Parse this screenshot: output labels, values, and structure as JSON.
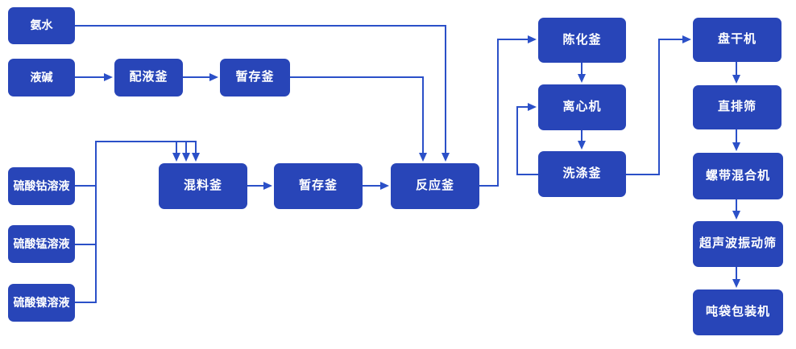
{
  "diagram": {
    "type": "process-flowchart",
    "language": "zh-CN",
    "colors": {
      "node_fill": "#2845b8",
      "connector": "#2b50c8",
      "text": "#ffffff",
      "background": "#ffffff"
    },
    "nodes": [
      {
        "id": "ammonia",
        "label": "氨水"
      },
      {
        "id": "liquid-caustic",
        "label": "液碱"
      },
      {
        "id": "dispensing-kettle",
        "label": "配液釜"
      },
      {
        "id": "buffer-kettle-1",
        "label": "暂存釜"
      },
      {
        "id": "cobalt-sulfate",
        "label": "硫酸钴溶液"
      },
      {
        "id": "manganese-sulfate",
        "label": "硫酸锰溶液"
      },
      {
        "id": "nickel-sulfate",
        "label": "硫酸镍溶液"
      },
      {
        "id": "mixing-kettle",
        "label": "混料釜"
      },
      {
        "id": "buffer-kettle-2",
        "label": "暂存釜"
      },
      {
        "id": "reaction-kettle",
        "label": "反应釜"
      },
      {
        "id": "aging-kettle",
        "label": "陈化釜"
      },
      {
        "id": "centrifuge",
        "label": "离心机"
      },
      {
        "id": "washing-kettle",
        "label": "洗涤釜"
      },
      {
        "id": "disc-dryer",
        "label": "盘干机"
      },
      {
        "id": "straight-sieve",
        "label": "直排筛"
      },
      {
        "id": "ribbon-mixer",
        "label": "螺带混合机"
      },
      {
        "id": "ultrasonic-sieve",
        "label": "超声波振动筛"
      },
      {
        "id": "ton-bag-packer",
        "label": "吨袋包装机"
      }
    ],
    "edges": [
      {
        "id": "e1",
        "from": "ammonia",
        "to": "reaction-kettle"
      },
      {
        "id": "e2",
        "from": "liquid-caustic",
        "to": "dispensing-kettle"
      },
      {
        "id": "e3",
        "from": "dispensing-kettle",
        "to": "buffer-kettle-1"
      },
      {
        "id": "e4",
        "from": "buffer-kettle-1",
        "to": "reaction-kettle"
      },
      {
        "id": "e5",
        "from": "cobalt-sulfate",
        "to": "mixing-kettle"
      },
      {
        "id": "e6",
        "from": "manganese-sulfate",
        "to": "mixing-kettle"
      },
      {
        "id": "e7",
        "from": "nickel-sulfate",
        "to": "mixing-kettle"
      },
      {
        "id": "e8",
        "from": "mixing-kettle",
        "to": "buffer-kettle-2"
      },
      {
        "id": "e9",
        "from": "buffer-kettle-2",
        "to": "reaction-kettle"
      },
      {
        "id": "e10",
        "from": "reaction-kettle",
        "to": "aging-kettle"
      },
      {
        "id": "e11",
        "from": "aging-kettle",
        "to": "centrifuge"
      },
      {
        "id": "e12",
        "from": "centrifuge",
        "to": "washing-kettle"
      },
      {
        "id": "e13",
        "from": "washing-kettle",
        "to": "centrifuge"
      },
      {
        "id": "e14",
        "from": "washing-kettle",
        "to": "disc-dryer"
      },
      {
        "id": "e15",
        "from": "disc-dryer",
        "to": "straight-sieve"
      },
      {
        "id": "e16",
        "from": "straight-sieve",
        "to": "ribbon-mixer"
      },
      {
        "id": "e17",
        "from": "ribbon-mixer",
        "to": "ultrasonic-sieve"
      },
      {
        "id": "e18",
        "from": "ultrasonic-sieve",
        "to": "ton-bag-packer"
      }
    ]
  }
}
